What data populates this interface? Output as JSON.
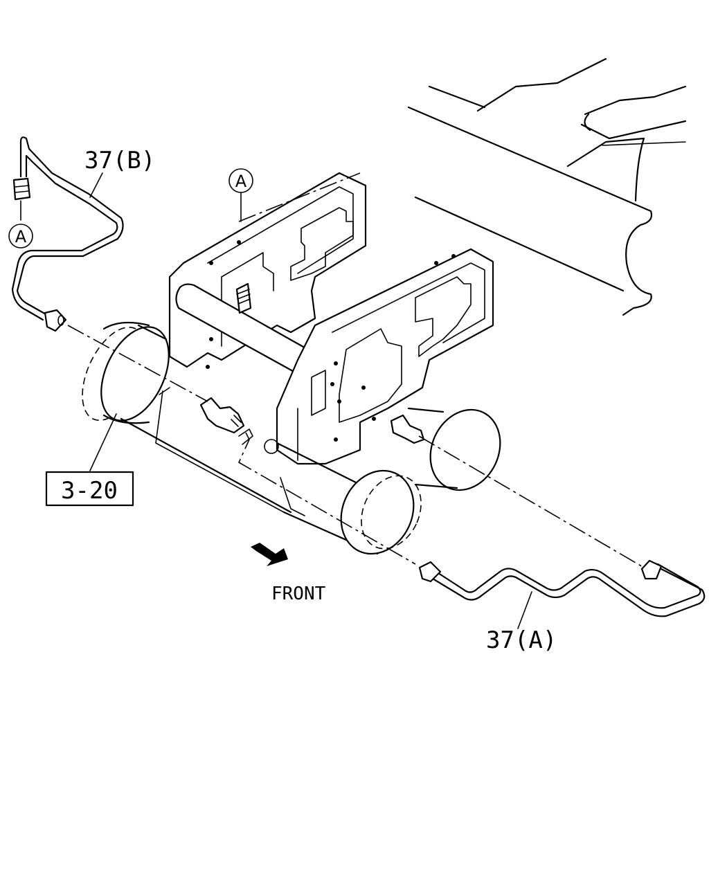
{
  "labels": {
    "pipe_b": "37(B)",
    "pipe_a": "37(A)",
    "ref_box": "3-20",
    "direction": "FRONT",
    "connector_top": "A",
    "connector_left": "A"
  }
}
